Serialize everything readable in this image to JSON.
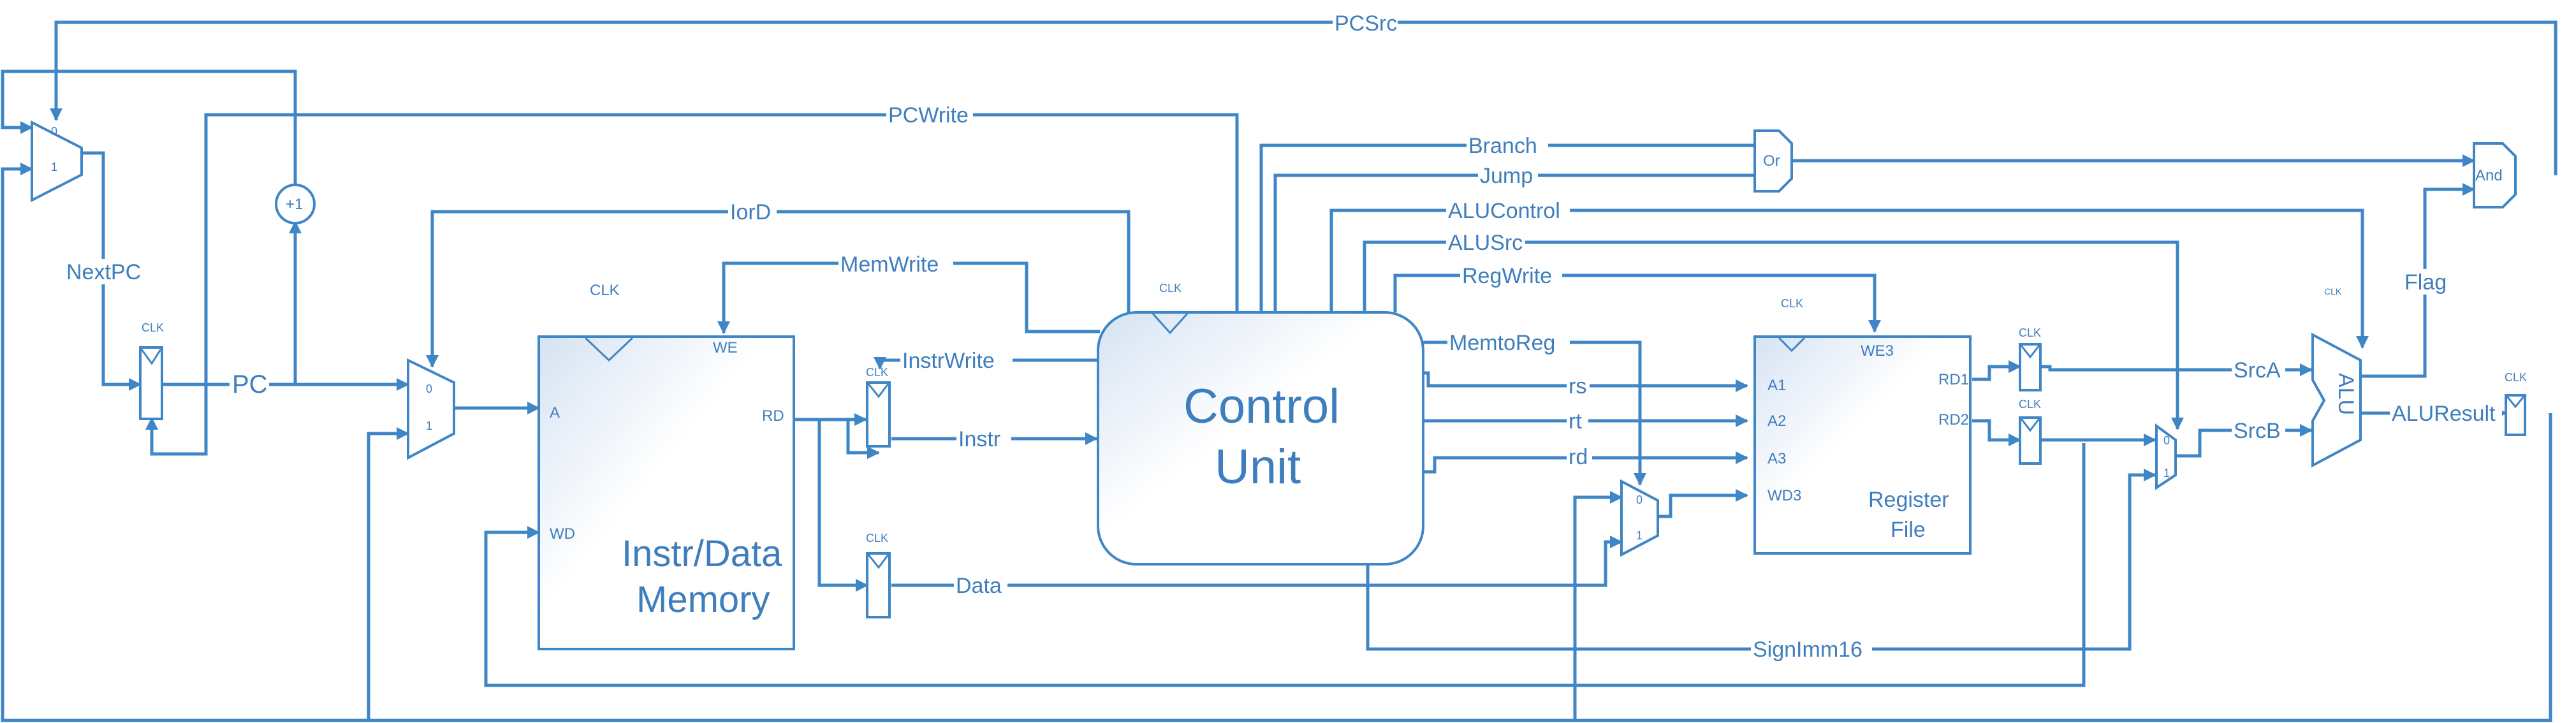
{
  "signals": {
    "pcsrc": "PCSrc",
    "pcwrite": "PCWrite",
    "nextpc": "NextPC",
    "pc": "PC",
    "iord": "IorD",
    "memwrite": "MemWrite",
    "instrwrite": "InstrWrite",
    "instr": "Instr",
    "data": "Data",
    "branch": "Branch",
    "jump": "Jump",
    "alucontrol": "ALUControl",
    "alusrc": "ALUSrc",
    "regwrite": "RegWrite",
    "memtoreg": "MemtoReg",
    "rs": "rs",
    "rt": "rt",
    "rd": "rd",
    "srca": "SrcA",
    "srcb": "SrcB",
    "flag": "Flag",
    "aluresult": "ALUResult",
    "signimm16": "SignImm16"
  },
  "blocks": {
    "control_unit": [
      "Control",
      "Unit"
    ],
    "memory": {
      "title": [
        "Instr/Data",
        "Memory"
      ],
      "a": "A",
      "wd": "WD",
      "rd": "RD",
      "we": "WE",
      "clk": "CLK"
    },
    "register_file": {
      "title": [
        "Register",
        "File"
      ],
      "a1": "A1",
      "a2": "A2",
      "a3": "A3",
      "wd3": "WD3",
      "rd1": "RD1",
      "rd2": "RD2",
      "we3": "WE3",
      "clk": "CLK"
    },
    "alu": "ALU",
    "or_gate": "Or",
    "and_gate": "And",
    "adder": "+1",
    "clk": "CLK",
    "clk_small": "CLK",
    "mux_0": "0",
    "mux_1": "1"
  }
}
